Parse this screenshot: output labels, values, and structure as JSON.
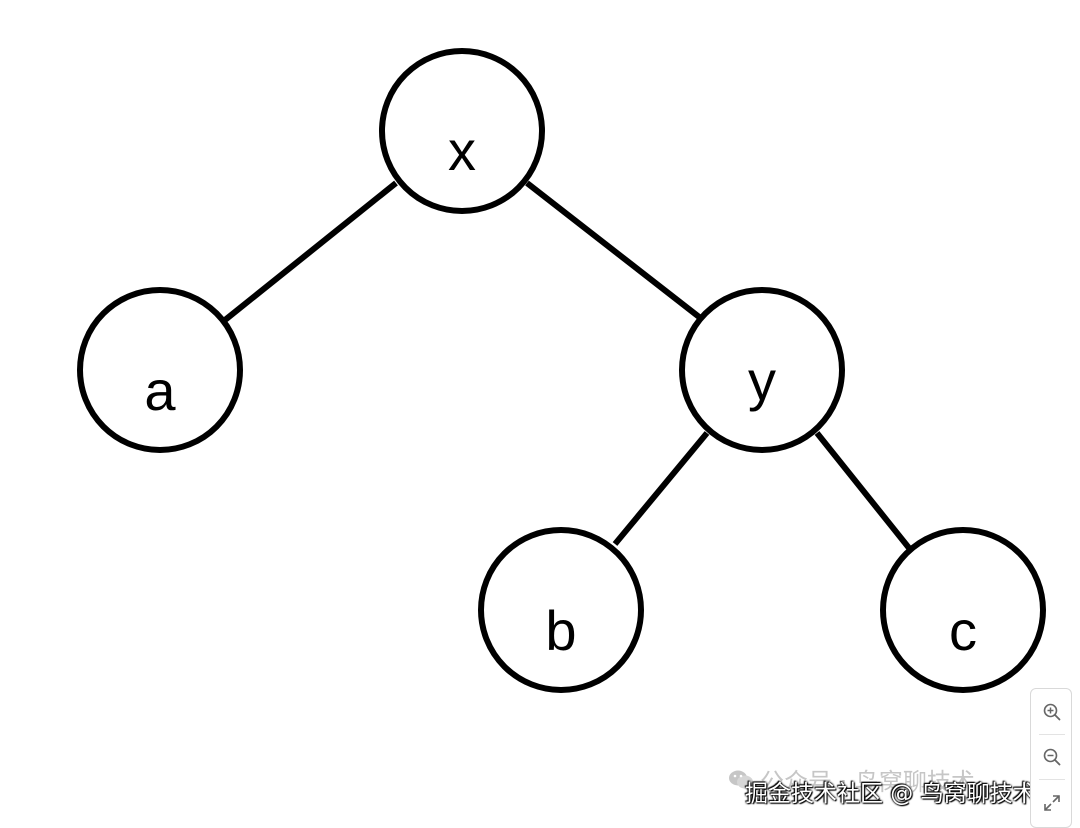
{
  "tree": {
    "nodes": [
      {
        "id": "x",
        "label": "x"
      },
      {
        "id": "a",
        "label": "a"
      },
      {
        "id": "y",
        "label": "y"
      },
      {
        "id": "b",
        "label": "b"
      },
      {
        "id": "c",
        "label": "c"
      }
    ],
    "edges": [
      {
        "from": "x",
        "to": "a"
      },
      {
        "from": "x",
        "to": "y"
      },
      {
        "from": "y",
        "to": "b"
      },
      {
        "from": "y",
        "to": "c"
      }
    ]
  },
  "toolbar": {
    "zoom_in_icon": "zoom-in-icon",
    "zoom_out_icon": "zoom-out-icon",
    "fit_icon": "expand-icon"
  },
  "watermark": {
    "back_text": "公众号 · 鸟窝聊技术",
    "front_text": "掘金技术社区 @ 鸟窝聊技术",
    "wechat_icon": "wechat-icon"
  },
  "colors": {
    "stroke": "#000000",
    "background": "#ffffff",
    "watermark_gray": "#c6c6c6"
  }
}
